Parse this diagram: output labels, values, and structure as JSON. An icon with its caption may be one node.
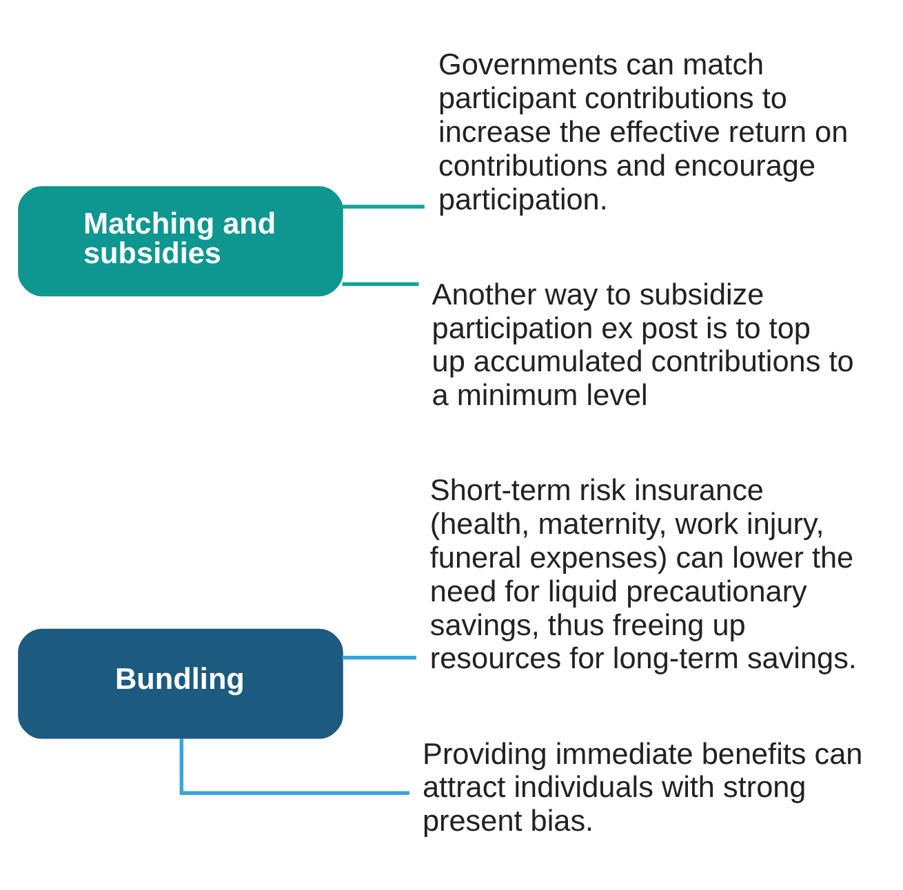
{
  "diagram": {
    "nodes": [
      {
        "text": [
          "Bundling"
        ]
      },
      {
        "text": [
          "Short-term risk insurance (health, maternity, work injury, funeral expenses) can lower the need for liquid precautionary savings, thus freeing up resources for long-term savings."
        ]
      },
      {
        "text": [
          "Providing immediate benefits can attract individuals with strong present bias."
        ]
      },
      {
        "text": [
          "Matching and subsidies"
        ]
      },
      {
        "text": [
          "Governments can match participant contributions to increase the effective return on contributions and encourage participation."
        ]
      },
      {
        "text": [
          "Another way to subsidize participation ex post is to top up accumulated contributions to a minimum level"
        ]
      }
    ],
    "edges": [
      {
        "from": 0,
        "to": 1,
        "arrow": "none",
        "color": "#3ba3dc"
      },
      {
        "from": 0,
        "to": 2,
        "arrow": "none",
        "color": "#3ba3dc"
      },
      {
        "from": 3,
        "to": 4,
        "arrow": "none",
        "color": "#12a39b"
      },
      {
        "from": 3,
        "to": 5,
        "arrow": "none",
        "color": "#12a39b"
      }
    ]
  }
}
